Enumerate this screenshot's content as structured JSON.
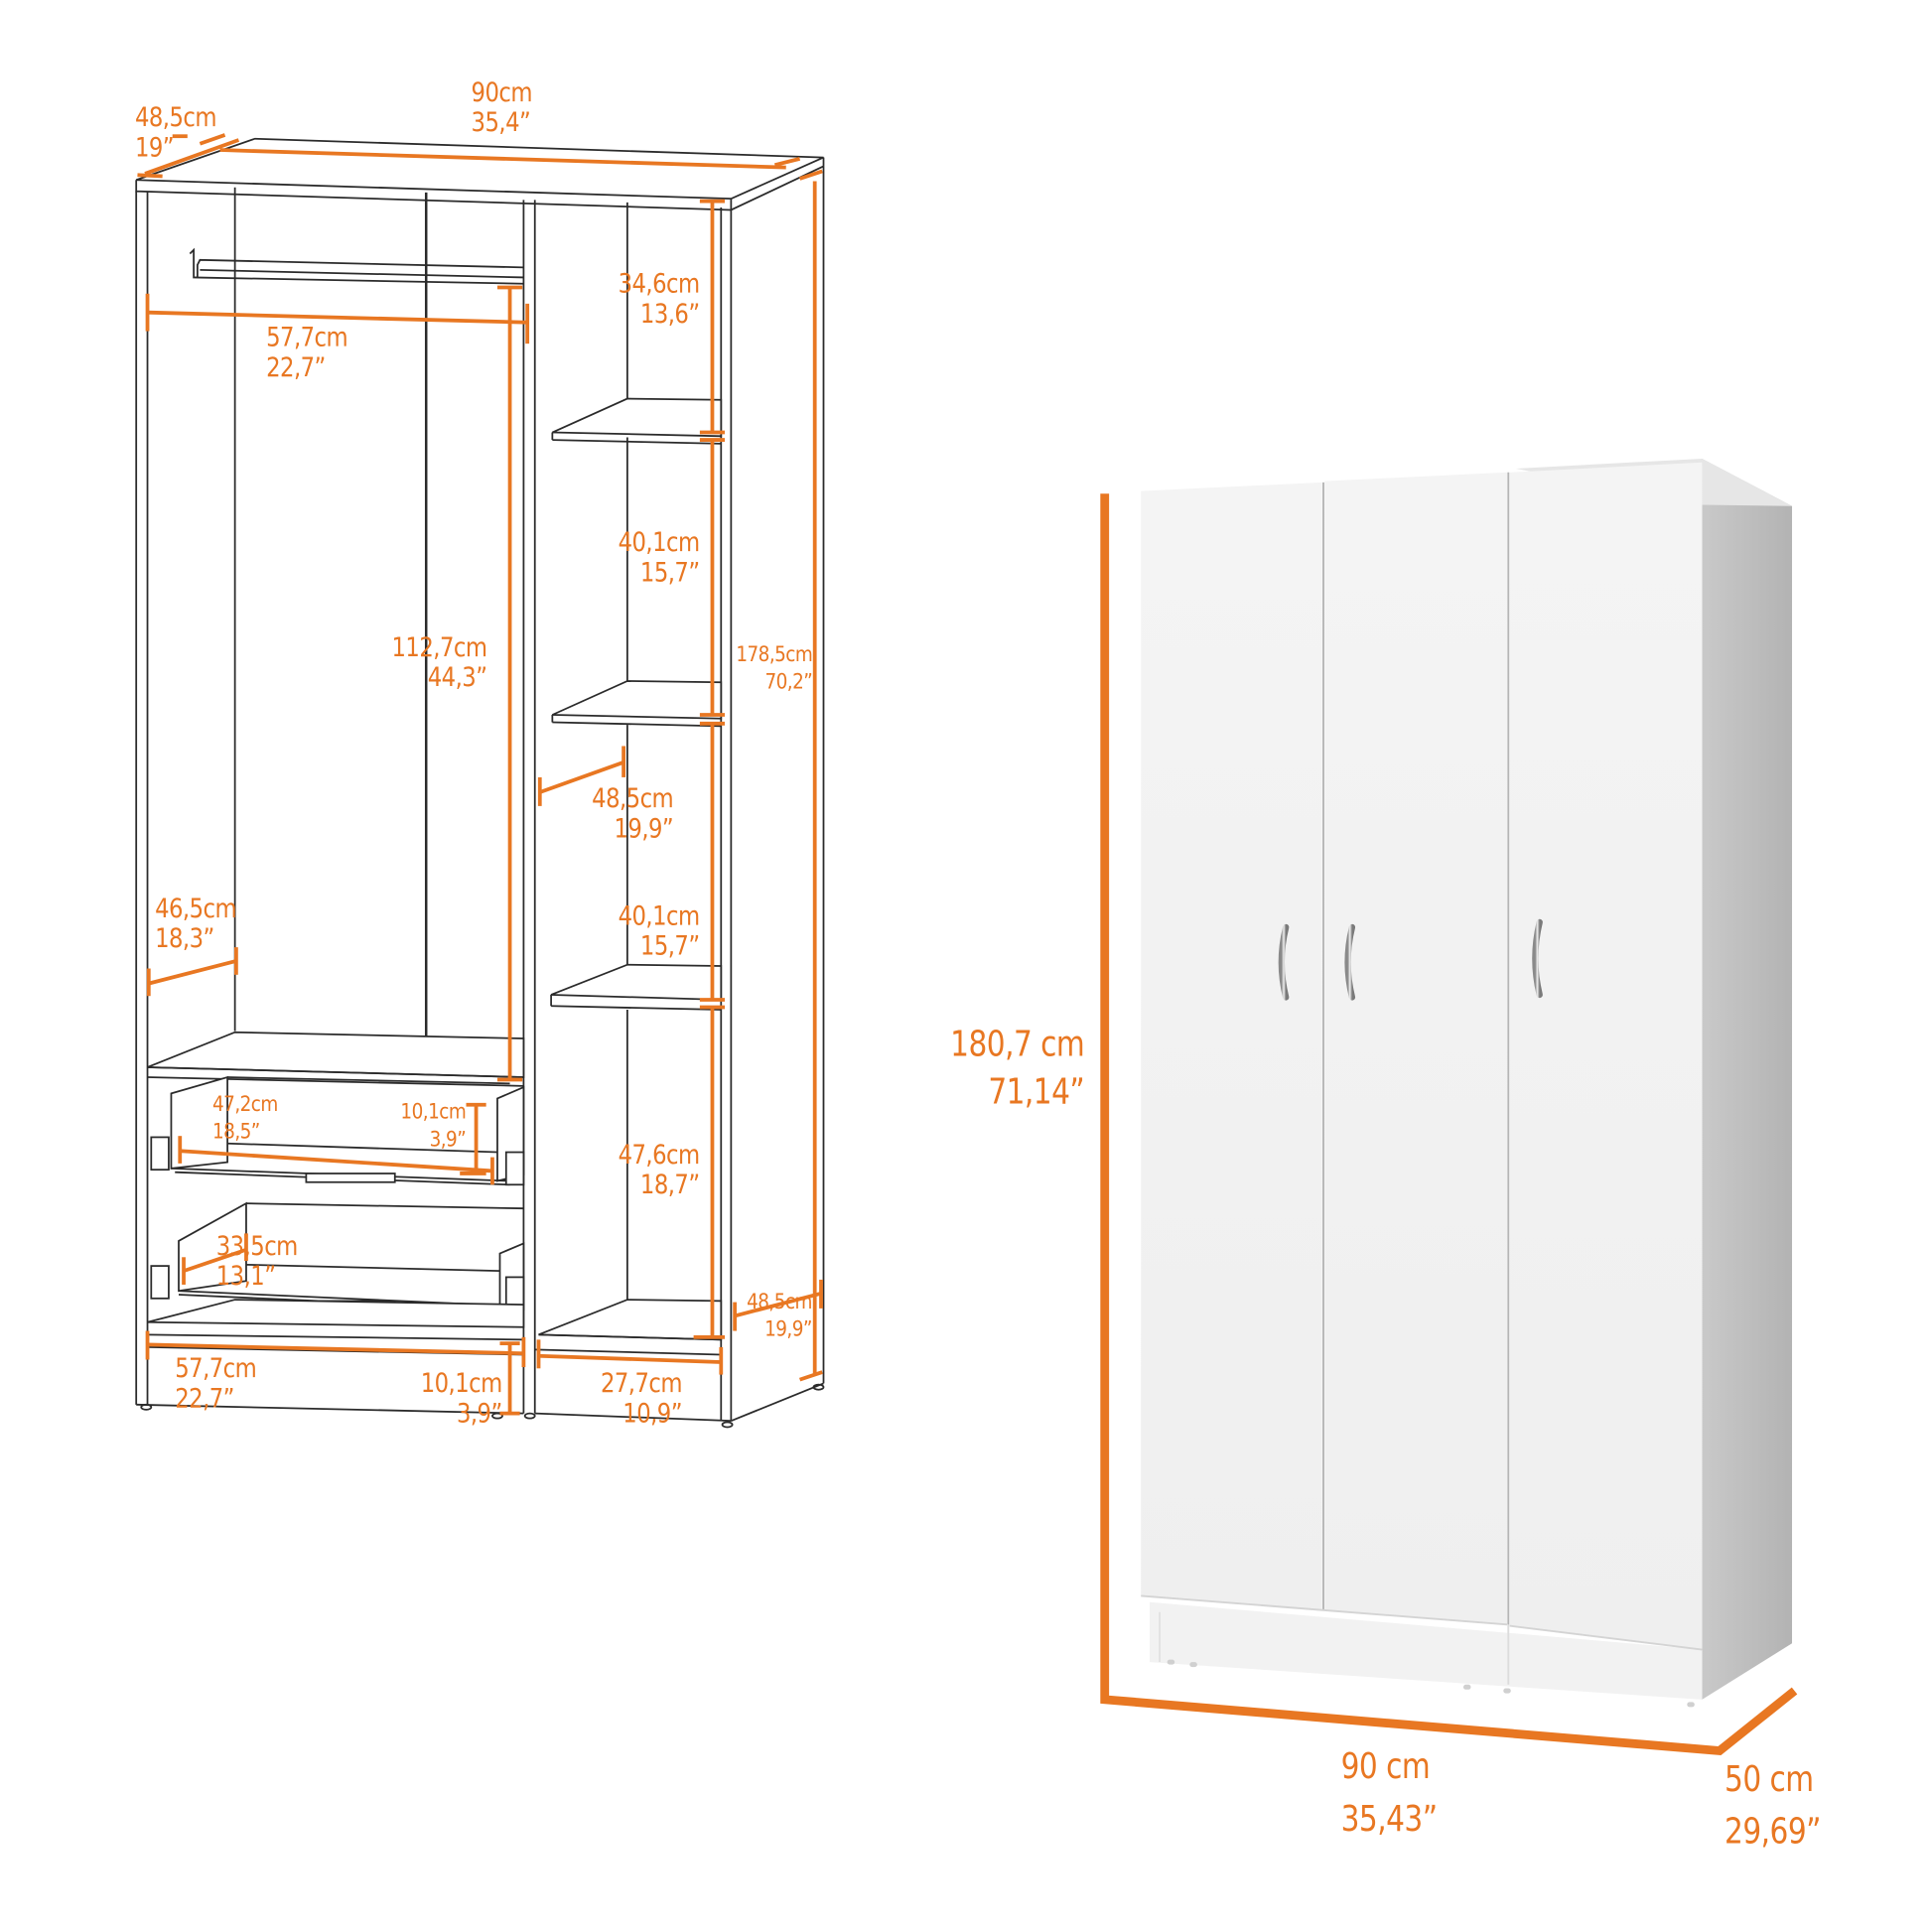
{
  "diagram": {
    "title": "Three-door wardrobe dimension sheet",
    "accent_color": "#E87722",
    "line_color": "#2b2b2b",
    "line_drawing": {
      "description": "Interior line drawing with dimensions",
      "labels": {
        "overall_depth": {
          "cm": "48,5cm",
          "in": "19”"
        },
        "overall_width": {
          "cm": "90cm",
          "in": "35,4”"
        },
        "hanging_width": {
          "cm": "57,7cm",
          "in": "22,7”"
        },
        "hanging_height": {
          "cm": "112,7cm",
          "in": "44,3”"
        },
        "hanging_depth": {
          "cm": "46,5cm",
          "in": "18,3”"
        },
        "shelf_top": {
          "cm": "34,6cm",
          "in": "13,6”"
        },
        "shelf_2": {
          "cm": "40,1cm",
          "in": "15,7”"
        },
        "shelf_3": {
          "cm": "40,1cm",
          "in": "15,7”"
        },
        "shelf_bottom": {
          "cm": "47,6cm",
          "in": "18,7”"
        },
        "shelf_depth": {
          "cm": "48,5cm",
          "in": "19,9”"
        },
        "interior_height": {
          "cm": "178,5cm",
          "in": "70,2”"
        },
        "drawer_width": {
          "cm": "47,2cm",
          "in": "18,5”"
        },
        "drawer_height": {
          "cm": "10,1cm",
          "in": "3,9”"
        },
        "drawer_depth": {
          "cm": "33,5cm",
          "in": "13,1”"
        },
        "side_depth": {
          "cm": "48,5cm",
          "in": "19,9”"
        },
        "base_left_width": {
          "cm": "57,7cm",
          "in": "22,7”"
        },
        "base_height": {
          "cm": "10,1cm",
          "in": "3,9”"
        },
        "base_right_width": {
          "cm": "27,7cm",
          "in": "10,9”"
        }
      }
    },
    "product_render": {
      "description": "White three-door wardrobe",
      "doors": 3,
      "labels": {
        "height": {
          "cm": "180,7 cm",
          "in": "71,14”"
        },
        "width": {
          "cm": "90 cm",
          "in": "35,43”"
        },
        "depth": {
          "cm": "50 cm",
          "in": "29,69”"
        }
      }
    }
  }
}
